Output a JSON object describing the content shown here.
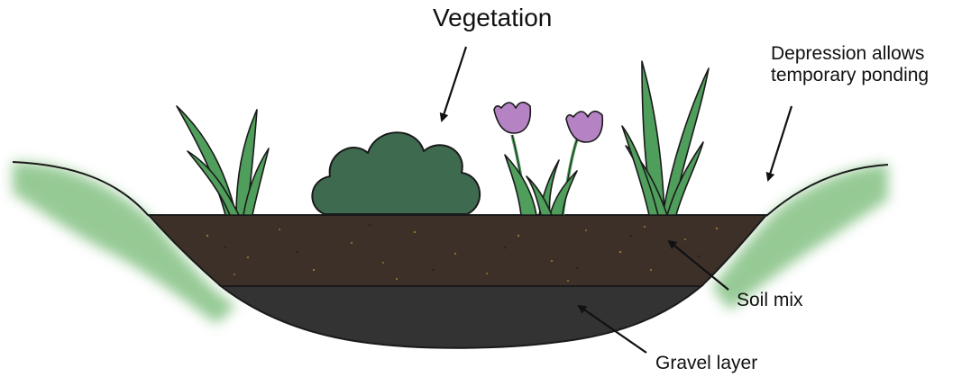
{
  "labels": {
    "vegetation": "Vegetation",
    "depression_line1": "Depression allows",
    "depression_line2": "temporary ponding",
    "soil_mix": "Soil mix",
    "gravel_layer": "Gravel layer"
  },
  "colors": {
    "soil": "#3d3028",
    "gravel": "#333333",
    "grass_bank": "#8bc58a",
    "leaf": "#4f9e5c",
    "shrub": "#3e6a50",
    "flower": "#b582c4",
    "outline": "#1a1a1a"
  },
  "icons": [
    "grass-clump-icon",
    "shrub-icon",
    "tulip-icon",
    "tall-grass-icon",
    "arrow-icon"
  ]
}
